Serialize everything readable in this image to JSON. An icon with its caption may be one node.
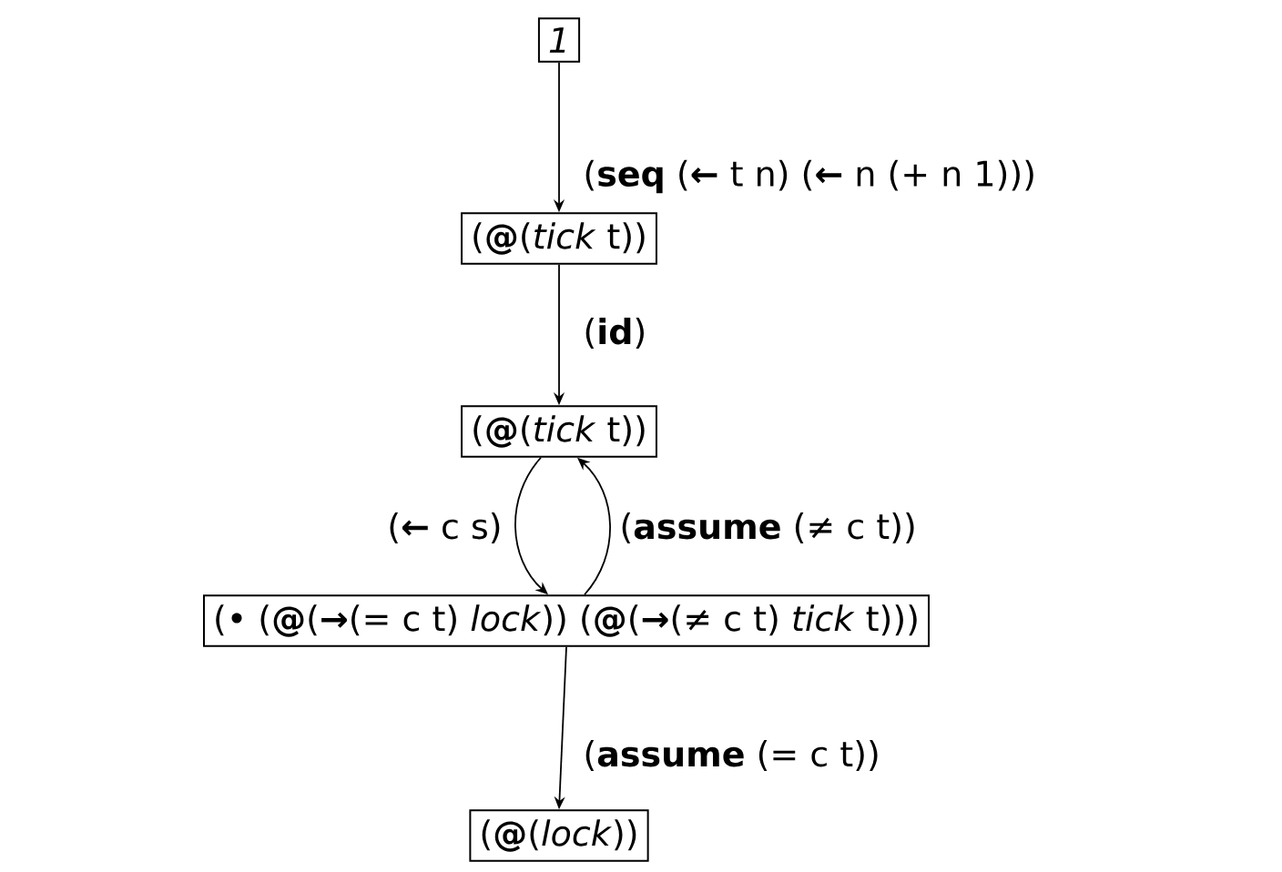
{
  "diagram": {
    "nodes": [
      {
        "text": [
          "1"
        ]
      },
      {
        "text": [
          "(**@**(*tick* t))"
        ]
      },
      {
        "text": [
          "(**@**(*tick* t))"
        ]
      },
      {
        "text": [
          "(• (**@**(**→**(= c t) *lock*)) (**@**(**→**(≠ c t) *tick* t)))"
        ]
      },
      {
        "text": [
          "(**@**(*lock*))"
        ]
      }
    ],
    "edges": [
      {
        "from": 0,
        "to": 1,
        "arrow": "to",
        "label": "(**seq** (**←** t n) (**←** n (+ n 1)))"
      },
      {
        "from": 1,
        "to": 2,
        "arrow": "to",
        "label": "(**id**)"
      },
      {
        "from": 2,
        "to": 3,
        "arrow": "to",
        "label": "(**←** c s)"
      },
      {
        "from": 3,
        "to": 2,
        "arrow": "to",
        "label": "(**assume** (≠ c t))"
      },
      {
        "from": 3,
        "to": 4,
        "arrow": "to",
        "label": "(**assume** (= c t))"
      }
    ]
  }
}
